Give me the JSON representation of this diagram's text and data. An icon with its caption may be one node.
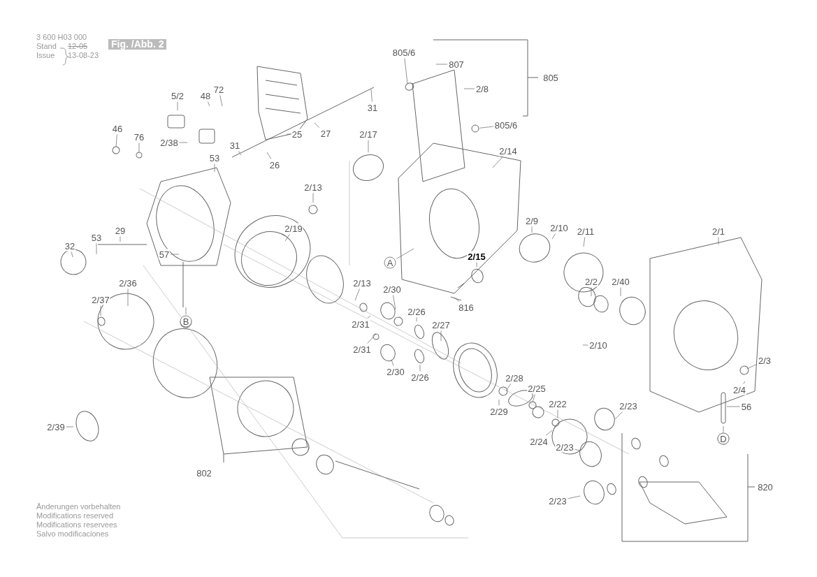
{
  "diagram": {
    "nodes": [
      {
        "text": [
          "805/6"
        ]
      },
      {
        "text": [
          "807"
        ]
      },
      {
        "text": [
          "805"
        ]
      },
      {
        "text": [
          "2/8"
        ]
      },
      {
        "text": [
          "805/6"
        ]
      },
      {
        "text": [
          "31"
        ]
      },
      {
        "text": [
          "5/2"
        ]
      },
      {
        "text": [
          "48"
        ]
      },
      {
        "text": [
          "72"
        ]
      },
      {
        "text": [
          "46"
        ]
      },
      {
        "text": [
          "76"
        ]
      },
      {
        "text": [
          "2/38"
        ]
      },
      {
        "text": [
          "53"
        ]
      },
      {
        "text": [
          "27"
        ]
      },
      {
        "text": [
          "31"
        ]
      },
      {
        "text": [
          "25"
        ]
      },
      {
        "text": [
          "26"
        ]
      },
      {
        "text": [
          "2/17"
        ]
      },
      {
        "text": [
          "2/14"
        ]
      },
      {
        "text": [
          "2/13"
        ]
      },
      {
        "text": [
          "2/19"
        ]
      },
      {
        "text": [
          "53"
        ]
      },
      {
        "text": [
          "29"
        ]
      },
      {
        "text": [
          "32"
        ]
      },
      {
        "text": [
          "57"
        ]
      },
      {
        "text": [
          "2/9"
        ]
      },
      {
        "text": [
          "2/10"
        ]
      },
      {
        "text": [
          "2/11"
        ]
      },
      {
        "text": [
          "2/1"
        ]
      },
      {
        "text": [
          "A"
        ]
      },
      {
        "text": [
          "2/15"
        ]
      },
      {
        "text": [
          "816"
        ]
      },
      {
        "text": [
          "2/36"
        ]
      },
      {
        "text": [
          "2/37"
        ]
      },
      {
        "text": [
          "B"
        ]
      },
      {
        "text": [
          "2/13"
        ]
      },
      {
        "text": [
          "2/30"
        ]
      },
      {
        "text": [
          "2/26"
        ]
      },
      {
        "text": [
          "2/2"
        ]
      },
      {
        "text": [
          "2/40"
        ]
      },
      {
        "text": [
          "2/31"
        ]
      },
      {
        "text": [
          "2/27"
        ]
      },
      {
        "text": [
          "2/31"
        ]
      },
      {
        "text": [
          "2/30"
        ]
      },
      {
        "text": [
          "2/26"
        ]
      },
      {
        "text": [
          "2/10"
        ]
      },
      {
        "text": [
          "2/3"
        ]
      },
      {
        "text": [
          "2/4"
        ]
      },
      {
        "text": [
          "2/28"
        ]
      },
      {
        "text": [
          "2/25"
        ]
      },
      {
        "text": [
          "2/22"
        ]
      },
      {
        "text": [
          "2/29"
        ]
      },
      {
        "text": [
          "2/23"
        ]
      },
      {
        "text": [
          "56"
        ]
      },
      {
        "text": [
          "D"
        ]
      },
      {
        "text": [
          "2/24"
        ]
      },
      {
        "text": [
          "2/23"
        ]
      },
      {
        "text": [
          "820"
        ]
      },
      {
        "text": [
          "2/23"
        ]
      },
      {
        "text": [
          "2/39"
        ]
      },
      {
        "text": [
          "802"
        ]
      },
      {
        "text": [],
        "shape": "circle"
      }
    ],
    "edges": [
      {
        "from": 0,
        "to": null,
        "arrow": "none"
      },
      {
        "from": 1,
        "to": null,
        "arrow": "none"
      },
      {
        "from": 3,
        "to": null,
        "arrow": "none"
      },
      {
        "from": 4,
        "to": 61,
        "arrow": "none"
      },
      {
        "from": 5,
        "to": null,
        "arrow": "none"
      },
      {
        "from": 6,
        "to": null,
        "arrow": "none"
      },
      {
        "from": 7,
        "to": null,
        "arrow": "none"
      },
      {
        "from": 8,
        "to": null,
        "arrow": "none"
      },
      {
        "from": 9,
        "to": null,
        "arrow": "none"
      },
      {
        "from": 10,
        "to": null,
        "arrow": "none"
      },
      {
        "from": 11,
        "to": null,
        "arrow": "none"
      },
      {
        "from": 12,
        "to": null,
        "arrow": "none"
      },
      {
        "from": 13,
        "to": null,
        "arrow": "none"
      },
      {
        "from": 14,
        "to": null,
        "arrow": "none"
      },
      {
        "from": 15,
        "to": null,
        "arrow": "none"
      },
      {
        "from": 16,
        "to": null,
        "arrow": "none"
      },
      {
        "from": 17,
        "to": null,
        "arrow": "none"
      },
      {
        "from": 18,
        "to": null,
        "arrow": "none"
      },
      {
        "from": 19,
        "to": null,
        "arrow": "none"
      },
      {
        "from": 20,
        "to": null,
        "arrow": "none"
      },
      {
        "from": 21,
        "to": null,
        "arrow": "none"
      },
      {
        "from": 22,
        "to": null,
        "arrow": "none"
      },
      {
        "from": 23,
        "to": null,
        "arrow": "none"
      },
      {
        "from": 24,
        "to": null,
        "arrow": "none"
      },
      {
        "from": 25,
        "to": null,
        "arrow": "none"
      },
      {
        "from": 26,
        "to": null,
        "arrow": "none"
      },
      {
        "from": 27,
        "to": null,
        "arrow": "none"
      },
      {
        "from": 28,
        "to": null,
        "arrow": "none"
      },
      {
        "from": 29,
        "to": null,
        "arrow": "none"
      },
      {
        "from": 30,
        "to": null,
        "arrow": "none"
      },
      {
        "from": 31,
        "to": null,
        "arrow": "none"
      },
      {
        "from": 32,
        "to": null,
        "arrow": "none"
      },
      {
        "from": 33,
        "to": null,
        "arrow": "none"
      },
      {
        "from": 34,
        "to": null,
        "arrow": "none"
      },
      {
        "from": 35,
        "to": null,
        "arrow": "none"
      },
      {
        "from": 36,
        "to": null,
        "arrow": "none"
      },
      {
        "from": 37,
        "to": null,
        "arrow": "none"
      },
      {
        "from": 38,
        "to": null,
        "arrow": "none"
      },
      {
        "from": 39,
        "to": null,
        "arrow": "none"
      },
      {
        "from": 40,
        "to": null,
        "arrow": "none"
      },
      {
        "from": 41,
        "to": null,
        "arrow": "none"
      },
      {
        "from": 42,
        "to": null,
        "arrow": "none"
      },
      {
        "from": 43,
        "to": null,
        "arrow": "none"
      },
      {
        "from": 44,
        "to": null,
        "arrow": "none"
      },
      {
        "from": 45,
        "to": null,
        "arrow": "none"
      },
      {
        "from": 46,
        "to": null,
        "arrow": "none"
      },
      {
        "from": 47,
        "to": null,
        "arrow": "none"
      },
      {
        "from": 48,
        "to": null,
        "arrow": "none"
      },
      {
        "from": 49,
        "to": null,
        "arrow": "none"
      },
      {
        "from": 50,
        "to": null,
        "arrow": "none"
      },
      {
        "from": 51,
        "to": null,
        "arrow": "none"
      },
      {
        "from": 52,
        "to": null,
        "arrow": "none"
      },
      {
        "from": 53,
        "to": null,
        "arrow": "none"
      },
      {
        "from": 54,
        "to": null,
        "arrow": "none"
      },
      {
        "from": 55,
        "to": null,
        "arrow": "none"
      },
      {
        "from": 56,
        "to": null,
        "arrow": "none"
      },
      {
        "from": 58,
        "to": null,
        "arrow": "none"
      },
      {
        "from": 59,
        "to": null,
        "arrow": "none"
      }
    ],
    "labels": [
      "3 600 H03 000",
      "Stand",
      "Issue",
      "12-05",
      "13-08-23",
      "Fig. /Abb. 2",
      "Änderungen vorbehalten",
      "Modifications reserved",
      "Modifications reservees",
      "Salvo modificaciones"
    ]
  }
}
